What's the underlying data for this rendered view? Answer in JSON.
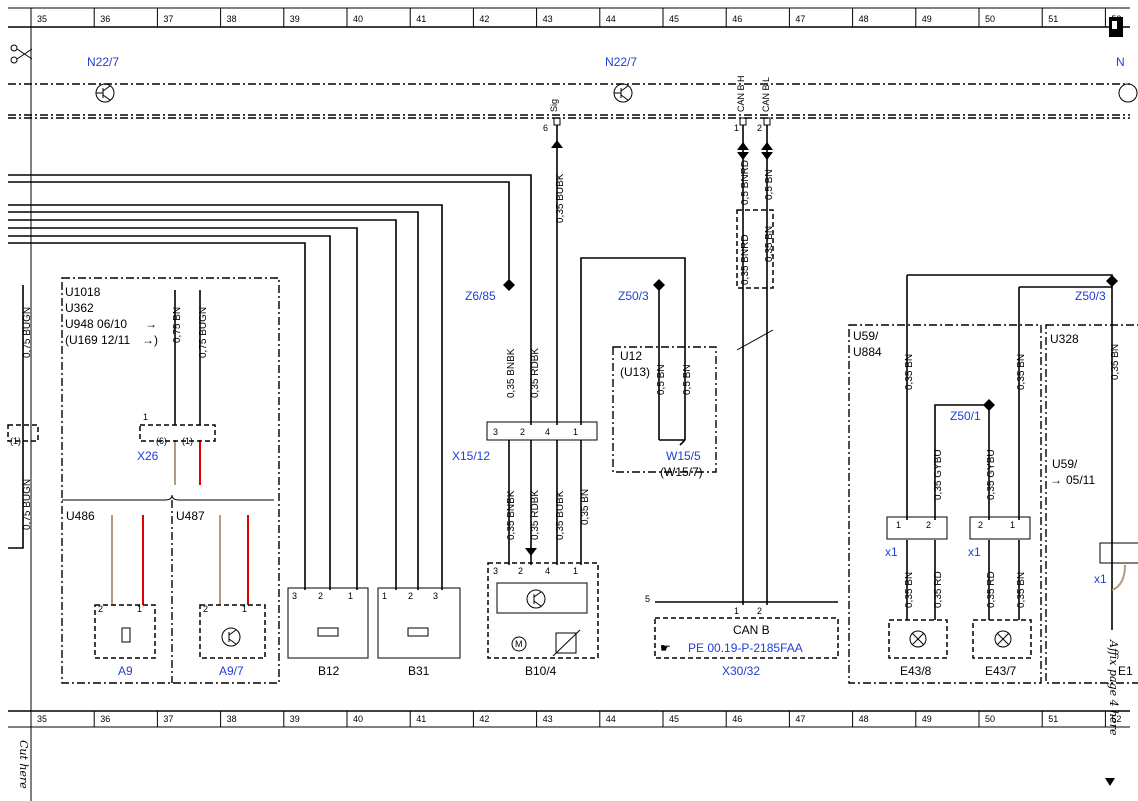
{
  "ruler": {
    "columns": [
      "35",
      "36",
      "37",
      "38",
      "39",
      "40",
      "41",
      "42",
      "43",
      "44",
      "45",
      "46",
      "47",
      "48",
      "49",
      "50",
      "51",
      "52"
    ]
  },
  "side_notes": {
    "cut_here": "Cut here",
    "affix": "Affix page 4 here"
  },
  "top": {
    "node_left": "N22/7",
    "node_mid": "N22/7",
    "node_right": "N",
    "pin_sig": "Sig",
    "pin_can_h": "CAN B H",
    "pin_can_l": "CAN B L",
    "pin_6": "6",
    "pin_1": "1",
    "pin_2": "2"
  },
  "wires": {
    "bubk_top": "0,35 BUBK",
    "bnrd_top": "0,5 BNRD",
    "bn_top": "0,5 BN",
    "bnrd_box": "0,35 BNRD",
    "bn_box": "0,35 BN",
    "left_bugn_1": "0,75 BUGN",
    "left_bugn_2": "0,75 BUGN",
    "x26_bn": "0,75 BN",
    "x26_bugn": "0,75 BUGN",
    "x15_bnbk_up": "0,35 BNBK",
    "x15_rdbk_up": "0,35 RDBK",
    "x15_bnbk_dn": "0,35 BNBK",
    "x15_rdbk_dn": "0,35 RDBK",
    "x15_bubk_dn": "0,35 BUBK",
    "x15_bn_dn": "0,35 BN",
    "u12_bn_1": "0,5 BN",
    "u12_bn_2": "0,5 BN",
    "e438_bn_up": "0,35 BN",
    "e438_gybu_up": "0,35 GYBU",
    "e437_gybu_up": "0,35 GYBU",
    "e437_bn_up": "0,35 BN",
    "e438_bn_dn": "0,35 BN",
    "e438_rd_dn": "0,35 RD",
    "e437_rd_dn": "0,35 RD",
    "e437_bn_dn": "0,35 BN",
    "right_bn": "0,35 BN"
  },
  "components": {
    "u1018": "U1018",
    "u362": "U362",
    "u948": "U948  06/10",
    "u169": "(U169 12/11",
    "x26": "X26",
    "u486": "U486",
    "u487": "U487",
    "a9": "A9",
    "a97": "A9/7",
    "b12": "B12",
    "b31": "B31",
    "b104": "B10/4",
    "z685": "Z6/85",
    "z503": "Z50/3",
    "x1512": "X15/12",
    "u12": "U12",
    "u13": "(U13)",
    "w155": "W15/5",
    "w157": "(W15/7)",
    "can_b": "CAN B",
    "pe_ref": "PE 00.19-P-2185FAA",
    "x3032": "X30/32",
    "u59": "U59/",
    "u884": "U884",
    "z501": "Z50/1",
    "x1_left": "x1",
    "x1_right": "x1",
    "x1_far": "x1",
    "e438": "E43/8",
    "e437": "E43/7",
    "u328": "U328",
    "z503_right": "Z50/3",
    "u59_0511_a": "U59/",
    "u59_0511_b": "05/11",
    "e1": "E1"
  },
  "pins": {
    "x26": [
      "1",
      "(6)",
      "(1)"
    ],
    "a9": [
      "2",
      "1"
    ],
    "a97": [
      "2",
      "1"
    ],
    "b12": [
      "3",
      "2",
      "1"
    ],
    "b31": [
      "1",
      "2",
      "3"
    ],
    "x1512": [
      "3",
      "2",
      "4",
      "1"
    ],
    "b104": [
      "3",
      "2",
      "4",
      "1"
    ],
    "x3032": [
      "5",
      "1",
      "2"
    ],
    "x1_a": [
      "1",
      "2"
    ],
    "x1_b": [
      "2",
      "1"
    ],
    "left_conn": [
      "(1)"
    ]
  },
  "symbols": {
    "pointer": "pointing-hand",
    "transistor": "transistor",
    "motor": "motor",
    "lamp": "lamp",
    "scissors": "scissors"
  }
}
